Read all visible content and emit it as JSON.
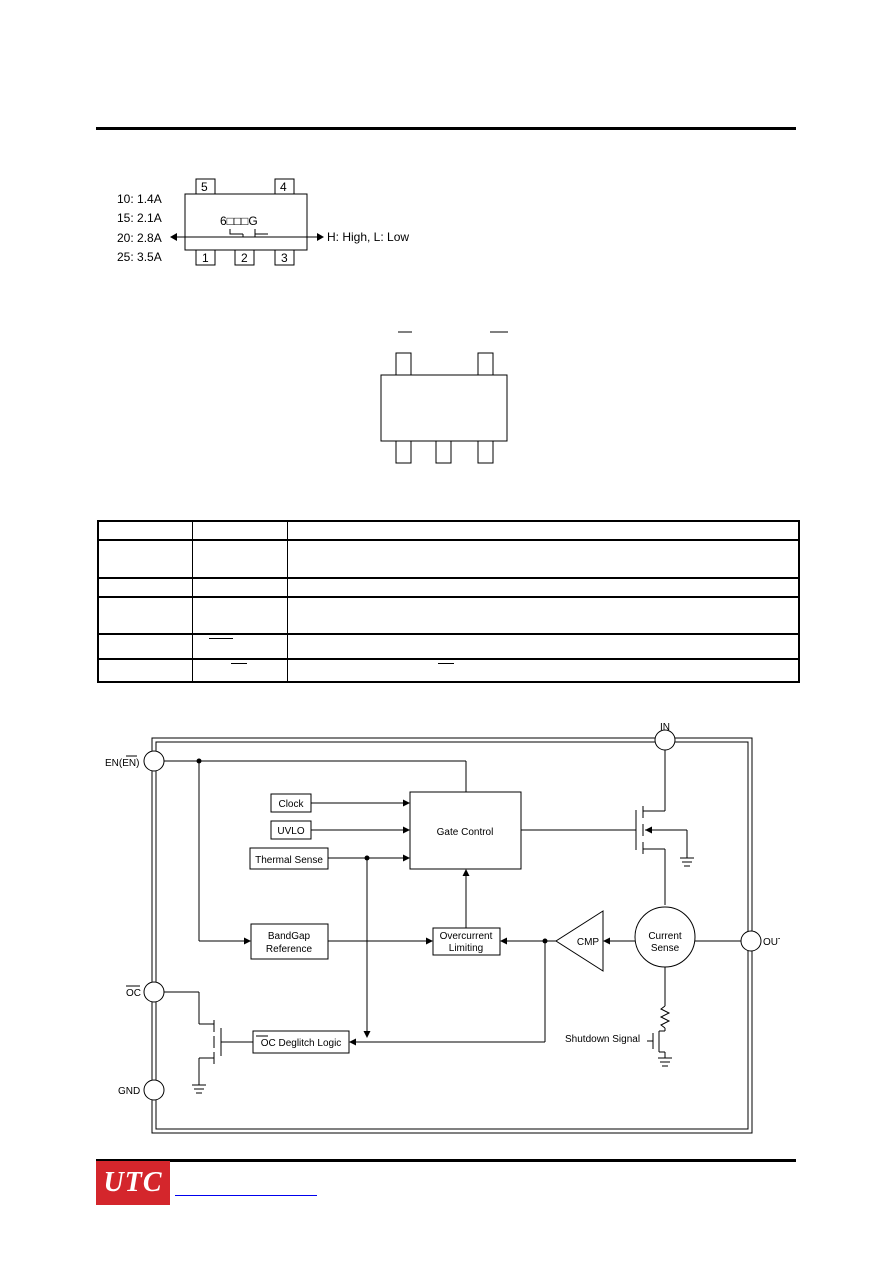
{
  "marking_diagram": {
    "left_labels": [
      "10: 1.4A",
      "15: 2.1A",
      "20: 2.8A",
      "25: 3.5A"
    ],
    "pins_top": [
      "5",
      "4"
    ],
    "pins_bottom": [
      "1",
      "2",
      "3"
    ],
    "mark_text": "6□□□G",
    "right_label": "H: High, L: Low"
  },
  "pin_table": {
    "rows": 6
  },
  "block_diagram": {
    "pins": {
      "en": "EN(EN)",
      "in": "IN",
      "oc": "OC",
      "gnd": "GND",
      "out": "OUT"
    },
    "blocks": {
      "clock": "Clock",
      "uvlo": "UVLO",
      "thermal": "Thermal Sense",
      "gate": "Gate Control",
      "bandgap_1": "BandGap",
      "bandgap_2": "Reference",
      "overcurrent_1": "Overcurrent",
      "overcurrent_2": "Limiting",
      "cmp": "CMP",
      "current_sense_1": "Current",
      "current_sense_2": "Sense",
      "deglitch": "OC Deglitch Logic",
      "shutdown": "Shutdown Signal"
    }
  },
  "footer": {
    "logo_text": "UTC"
  }
}
